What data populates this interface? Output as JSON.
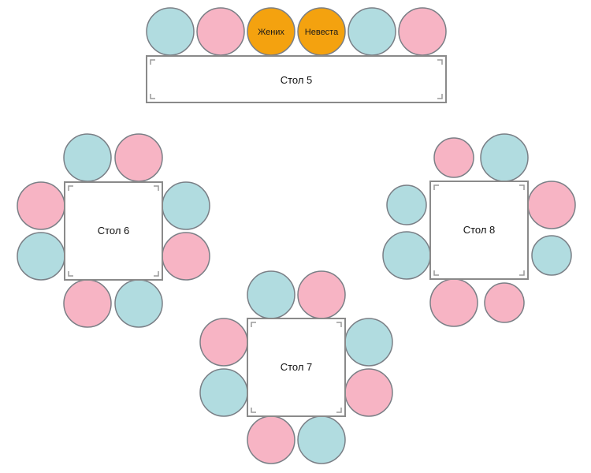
{
  "colors": {
    "female_seat": "#f7b4c4",
    "male_seat": "#b1dce0",
    "couple_seat": "#f4a20f"
  },
  "tables": {
    "t5": {
      "label": "Стол 5"
    },
    "t6": {
      "label": "Стол 6"
    },
    "t7": {
      "label": "Стол 7"
    },
    "t8": {
      "label": "Стол 8"
    }
  },
  "seats": {
    "groom": "Жених",
    "bride": "Невеста"
  }
}
